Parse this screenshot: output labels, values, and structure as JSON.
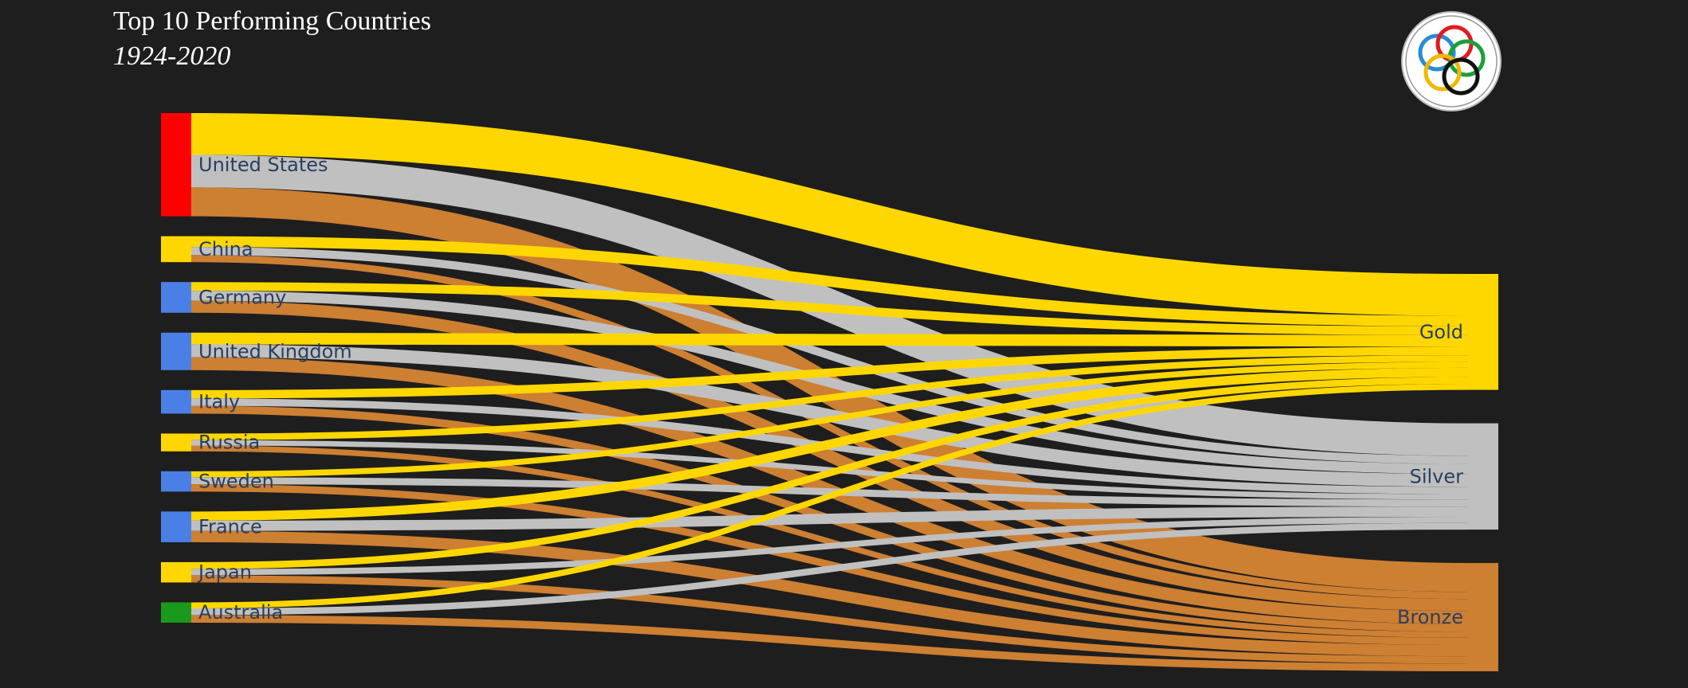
{
  "header": {
    "title": "Top 10 Performing Countries",
    "subtitle": "1924-2020"
  },
  "logo": {
    "icon": "olympic-rings-icon"
  },
  "colors": {
    "background": "#1e1e1e",
    "gold": "#ffd700",
    "silver": "#c0c0c0",
    "bronze": "#cd7f32",
    "label": "#2a3f5f"
  },
  "chart_data": {
    "type": "sankey",
    "sources": [
      {
        "name": "United States",
        "color": "#ff0000"
      },
      {
        "name": "China",
        "color": "#ffd700"
      },
      {
        "name": "Germany",
        "color": "#4a7fe6"
      },
      {
        "name": "United Kingdom",
        "color": "#4a7fe6"
      },
      {
        "name": "Italy",
        "color": "#4a7fe6"
      },
      {
        "name": "Russia",
        "color": "#ffd700"
      },
      {
        "name": "Sweden",
        "color": "#4a7fe6"
      },
      {
        "name": "France",
        "color": "#4a7fe6"
      },
      {
        "name": "Japan",
        "color": "#ffd700"
      },
      {
        "name": "Australia",
        "color": "#1a9a1a"
      }
    ],
    "targets": [
      {
        "name": "Gold",
        "color": "#ffd700"
      },
      {
        "name": "Silver",
        "color": "#c0c0c0"
      },
      {
        "name": "Bronze",
        "color": "#cd7f32"
      }
    ],
    "flows": {
      "United States": [
        1022,
        795,
        706
      ],
      "China": [
        262,
        199,
        173
      ],
      "Germany": [
        213,
        243,
        295
      ],
      "United Kingdom": [
        285,
        316,
        315
      ],
      "Italy": [
        206,
        178,
        193
      ],
      "Russia": [
        161,
        131,
        143
      ],
      "Sweden": [
        146,
        172,
        179
      ],
      "France": [
        223,
        251,
        277
      ],
      "Japan": [
        169,
        150,
        178
      ],
      "Australia": [
        147,
        163,
        187
      ]
    }
  }
}
